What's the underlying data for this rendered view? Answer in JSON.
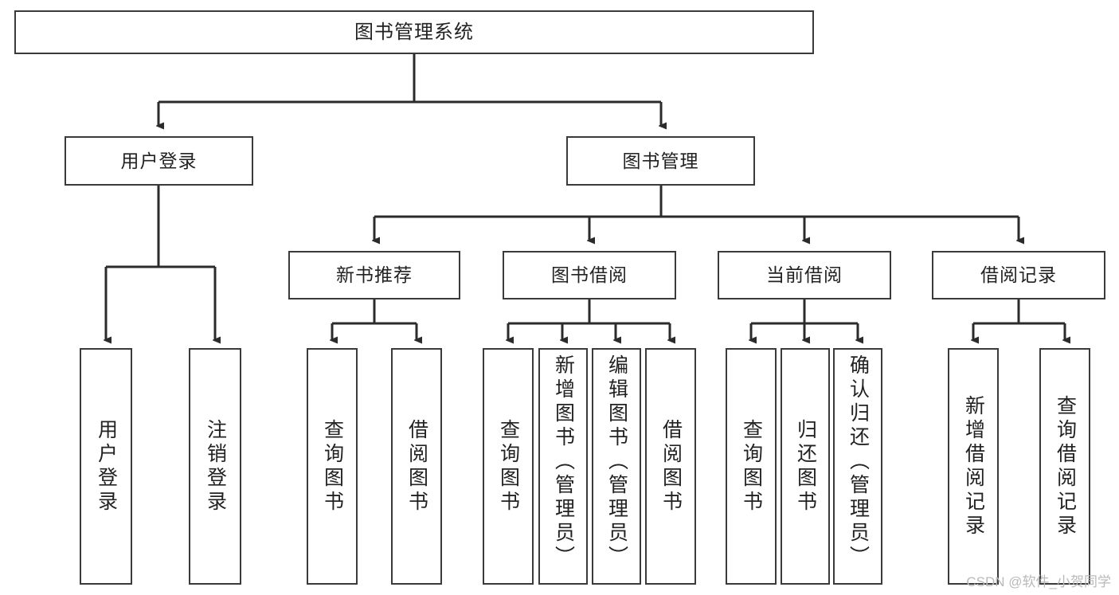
{
  "diagram": {
    "type": "hierarchy-tree",
    "title": "图书管理系统",
    "watermark": "CSDN @软件_小贺同学",
    "nodes": {
      "root": {
        "label": "图书管理系统"
      },
      "level2": [
        {
          "id": "user-login",
          "label": "用户登录"
        },
        {
          "id": "book-management",
          "label": "图书管理"
        }
      ],
      "level3": [
        {
          "id": "new-book-recommend",
          "label": "新书推荐"
        },
        {
          "id": "book-borrow",
          "label": "图书借阅"
        },
        {
          "id": "current-borrow",
          "label": "当前借阅"
        },
        {
          "id": "borrow-record",
          "label": "借阅记录"
        }
      ],
      "leaves": [
        {
          "id": "leaf-user-login",
          "label": "用户登录",
          "parent": "user-login"
        },
        {
          "id": "leaf-user-logout",
          "label": "注销登录",
          "parent": "user-login"
        },
        {
          "id": "leaf-query-book-1",
          "label": "查询图书",
          "parent": "new-book-recommend"
        },
        {
          "id": "leaf-borrow-book-1",
          "label": "借阅图书",
          "parent": "new-book-recommend"
        },
        {
          "id": "leaf-query-book-2",
          "label": "查询图书",
          "parent": "book-borrow"
        },
        {
          "id": "leaf-add-book",
          "label": "新增图书（管理员）",
          "parent": "book-borrow"
        },
        {
          "id": "leaf-edit-book",
          "label": "编辑图书（管理员）",
          "parent": "book-borrow"
        },
        {
          "id": "leaf-borrow-book-2",
          "label": "借阅图书",
          "parent": "book-borrow"
        },
        {
          "id": "leaf-query-book-3",
          "label": "查询图书",
          "parent": "current-borrow"
        },
        {
          "id": "leaf-return-book",
          "label": "归还图书",
          "parent": "current-borrow"
        },
        {
          "id": "leaf-confirm-return",
          "label": "确认归还（管理员）",
          "parent": "current-borrow"
        },
        {
          "id": "leaf-add-record",
          "label": "新增借阅记录",
          "parent": "borrow-record"
        },
        {
          "id": "leaf-query-record",
          "label": "查询借阅记录",
          "parent": "borrow-record"
        }
      ]
    },
    "colors": {
      "border": "#3a3a3a",
      "background": "#ffffff",
      "text": "#222222",
      "watermark": "#b9b9b9"
    }
  }
}
